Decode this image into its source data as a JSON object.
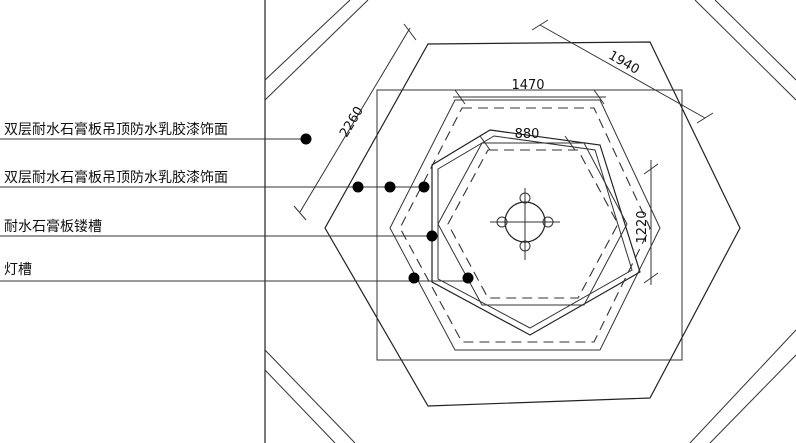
{
  "labels": {
    "callout_1": "双层耐水石膏板吊顶防水乳胶漆饰面",
    "callout_2": "双层耐水石膏板吊顶防水乳胶漆饰面",
    "callout_3": "耐水石膏板镂槽",
    "callout_4": "灯槽"
  },
  "dimensions": {
    "d1940": "1940",
    "d2260": "2260",
    "d1470": "1470",
    "d880": "880",
    "d1220": "1220"
  }
}
